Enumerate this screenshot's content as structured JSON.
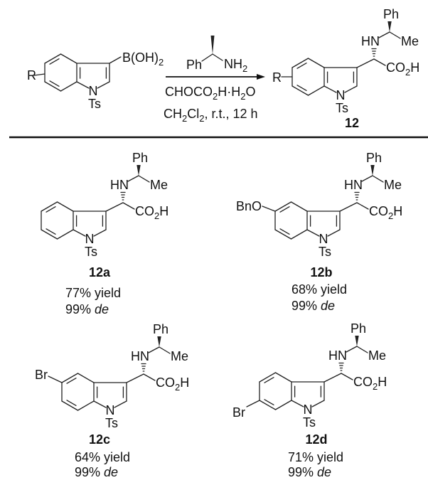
{
  "scheme": {
    "reactant": {
      "substituent": "R",
      "boronic": [
        "B(OH)",
        "2"
      ]
    },
    "reagents": {
      "amine_ph": "Ph",
      "amine_nh2": [
        "NH",
        "2"
      ],
      "line1": [
        "CHOCO",
        "2",
        "H·H",
        "2",
        "O"
      ],
      "line2": [
        "CH",
        "2",
        "Cl",
        "2",
        ", r.t., 12 h"
      ]
    },
    "product": {
      "substituent": "R",
      "label": "12"
    }
  },
  "labels": {
    "ph": "Ph",
    "hn": "HN",
    "me": "Me",
    "co2h": [
      "CO",
      "2",
      "H"
    ],
    "n": "N",
    "ts": "Ts"
  },
  "compounds": [
    {
      "label": "12a",
      "substituent": "",
      "yield": "77% yield",
      "de_value": "99% ",
      "de_unit": "de"
    },
    {
      "label": "12b",
      "substituent": "BnO",
      "yield": "68% yield",
      "de_value": "99% ",
      "de_unit": "de"
    },
    {
      "label": "12c",
      "substituent": "Br",
      "yield": "64% yield",
      "de_value": "99% ",
      "de_unit": "de"
    },
    {
      "label": "12d",
      "substituent": "Br",
      "yield": "71% yield",
      "de_value": "99% ",
      "de_unit": "de"
    }
  ]
}
